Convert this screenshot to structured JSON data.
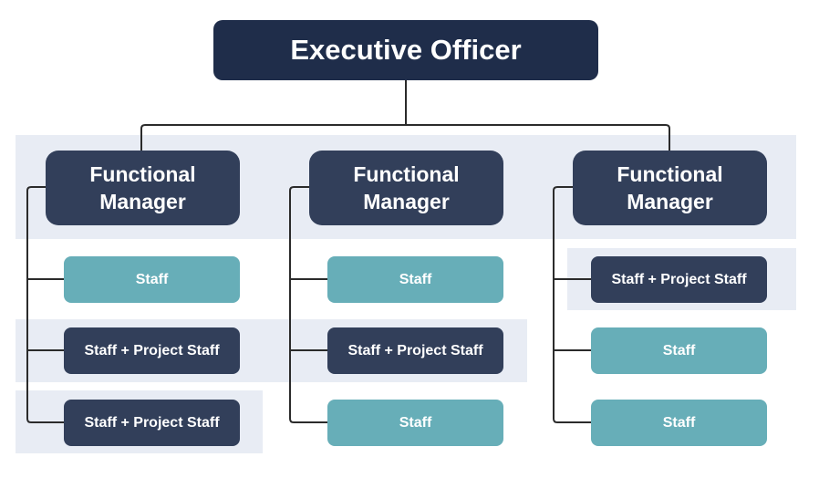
{
  "executive": {
    "label": "Executive Officer"
  },
  "columns": [
    {
      "manager": "Functional Manager",
      "staff": [
        "Staff",
        "Staff + Project Staff",
        "Staff + Project Staff"
      ]
    },
    {
      "manager": "Functional Manager",
      "staff": [
        "Staff",
        "Staff + Project Staff",
        "Staff"
      ]
    },
    {
      "manager": "Functional Manager",
      "staff": [
        "Staff + Project Staff",
        "Staff",
        "Staff"
      ]
    }
  ],
  "colors": {
    "executive": "#1f2d4a",
    "manager": "#323f5a",
    "staff": "#67aeb8",
    "project_staff": "#323f5a",
    "highlight": "#e8ecf4"
  }
}
